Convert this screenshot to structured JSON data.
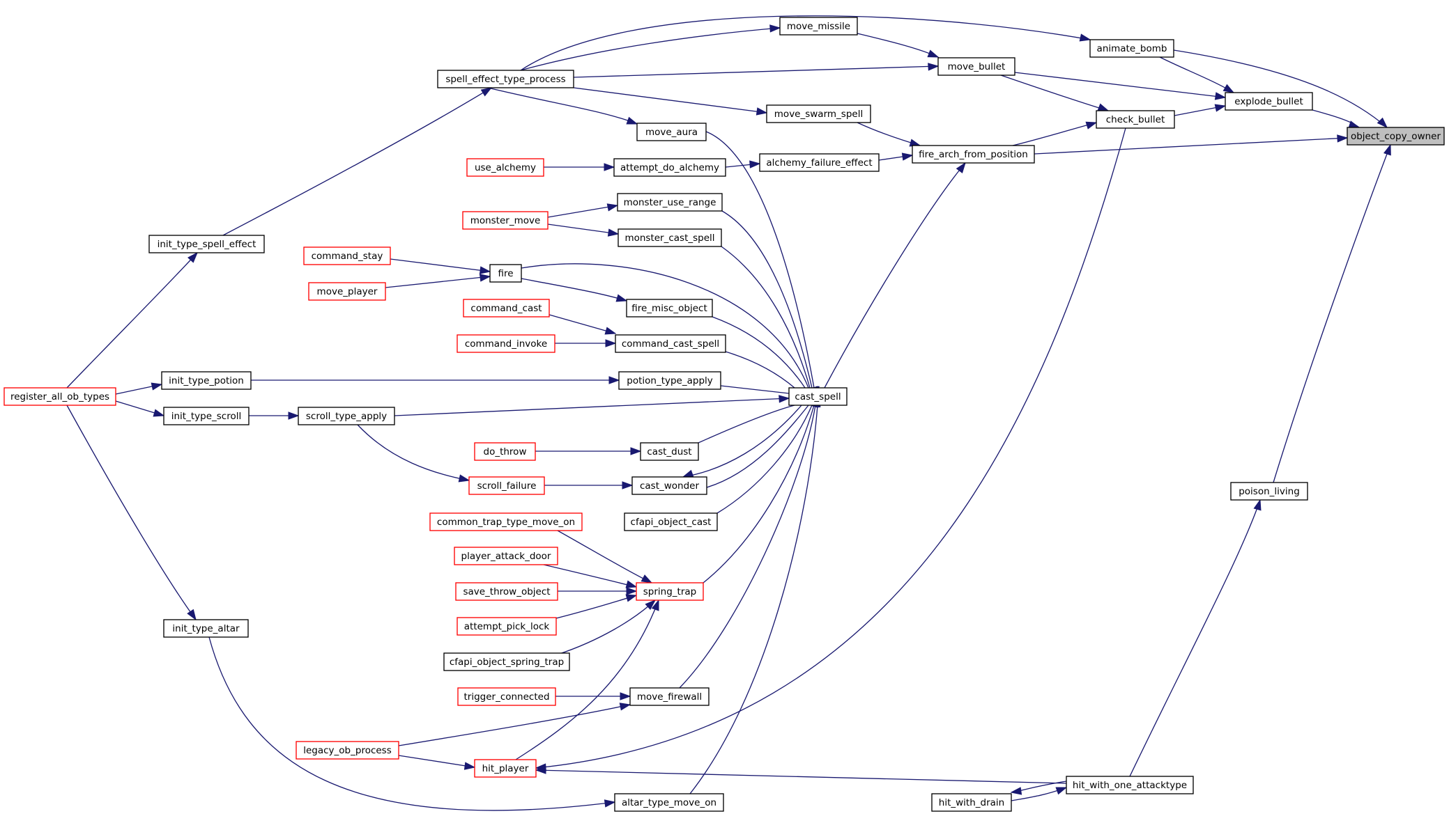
{
  "colors": {
    "edge": "#191970",
    "node_border_normal": "#000000",
    "node_border_truncated": "#ff0000",
    "node_fill": "#ffffff",
    "node_fill_root": "#bfbfbf"
  },
  "nodes": [
    {
      "id": "object_copy_owner",
      "label": "object_copy_owner",
      "style": "root"
    },
    {
      "id": "animate_bomb",
      "label": "animate_bomb",
      "style": "normal"
    },
    {
      "id": "explode_bullet",
      "label": "explode_bullet",
      "style": "normal"
    },
    {
      "id": "check_bullet",
      "label": "check_bullet",
      "style": "normal"
    },
    {
      "id": "move_bullet",
      "label": "move_bullet",
      "style": "normal"
    },
    {
      "id": "move_missile",
      "label": "move_missile",
      "style": "normal"
    },
    {
      "id": "spell_effect_type_process",
      "label": "spell_effect_type_process",
      "style": "normal"
    },
    {
      "id": "fire_arch_from_position",
      "label": "fire_arch_from_position",
      "style": "normal"
    },
    {
      "id": "move_swarm_spell",
      "label": "move_swarm_spell",
      "style": "normal"
    },
    {
      "id": "alchemy_failure_effect",
      "label": "alchemy_failure_effect",
      "style": "normal"
    },
    {
      "id": "attempt_do_alchemy",
      "label": "attempt_do_alchemy",
      "style": "normal"
    },
    {
      "id": "use_alchemy",
      "label": "use_alchemy",
      "style": "truncated"
    },
    {
      "id": "move_aura",
      "label": "move_aura",
      "style": "normal"
    },
    {
      "id": "init_type_spell_effect",
      "label": "init_type_spell_effect",
      "style": "normal"
    },
    {
      "id": "register_all_ob_types",
      "label": "register_all_ob_types",
      "style": "truncated"
    },
    {
      "id": "monster_use_range",
      "label": "monster_use_range",
      "style": "normal"
    },
    {
      "id": "monster_move",
      "label": "monster_move",
      "style": "truncated"
    },
    {
      "id": "monster_cast_spell",
      "label": "monster_cast_spell",
      "style": "normal"
    },
    {
      "id": "fire",
      "label": "fire",
      "style": "normal"
    },
    {
      "id": "command_stay",
      "label": "command_stay",
      "style": "truncated"
    },
    {
      "id": "move_player",
      "label": "move_player",
      "style": "truncated"
    },
    {
      "id": "fire_misc_object",
      "label": "fire_misc_object",
      "style": "normal"
    },
    {
      "id": "command_cast",
      "label": "command_cast",
      "style": "truncated"
    },
    {
      "id": "command_cast_spell",
      "label": "command_cast_spell",
      "style": "normal"
    },
    {
      "id": "command_invoke",
      "label": "command_invoke",
      "style": "truncated"
    },
    {
      "id": "init_type_potion",
      "label": "init_type_potion",
      "style": "normal"
    },
    {
      "id": "potion_type_apply",
      "label": "potion_type_apply",
      "style": "normal"
    },
    {
      "id": "cast_spell",
      "label": "cast_spell",
      "style": "normal"
    },
    {
      "id": "init_type_scroll",
      "label": "init_type_scroll",
      "style": "normal"
    },
    {
      "id": "scroll_type_apply",
      "label": "scroll_type_apply",
      "style": "normal"
    },
    {
      "id": "do_throw",
      "label": "do_throw",
      "style": "truncated"
    },
    {
      "id": "cast_dust",
      "label": "cast_dust",
      "style": "normal"
    },
    {
      "id": "scroll_failure",
      "label": "scroll_failure",
      "style": "truncated"
    },
    {
      "id": "cast_wonder",
      "label": "cast_wonder",
      "style": "normal"
    },
    {
      "id": "poison_living",
      "label": "poison_living",
      "style": "normal"
    },
    {
      "id": "cfapi_object_cast",
      "label": "cfapi_object_cast",
      "style": "normal"
    },
    {
      "id": "common_trap_type_move_on",
      "label": "common_trap_type_move_on",
      "style": "truncated"
    },
    {
      "id": "player_attack_door",
      "label": "player_attack_door",
      "style": "truncated"
    },
    {
      "id": "save_throw_object",
      "label": "save_throw_object",
      "style": "truncated"
    },
    {
      "id": "spring_trap",
      "label": "spring_trap",
      "style": "truncated"
    },
    {
      "id": "attempt_pick_lock",
      "label": "attempt_pick_lock",
      "style": "truncated"
    },
    {
      "id": "init_type_altar",
      "label": "init_type_altar",
      "style": "normal"
    },
    {
      "id": "cfapi_object_spring_trap",
      "label": "cfapi_object_spring_trap",
      "style": "normal"
    },
    {
      "id": "trigger_connected",
      "label": "trigger_connected",
      "style": "truncated"
    },
    {
      "id": "move_firewall",
      "label": "move_firewall",
      "style": "normal"
    },
    {
      "id": "legacy_ob_process",
      "label": "legacy_ob_process",
      "style": "truncated"
    },
    {
      "id": "hit_player",
      "label": "hit_player",
      "style": "truncated"
    },
    {
      "id": "hit_with_one_attacktype",
      "label": "hit_with_one_attacktype",
      "style": "normal"
    },
    {
      "id": "hit_with_drain",
      "label": "hit_with_drain",
      "style": "normal"
    },
    {
      "id": "altar_type_move_on",
      "label": "altar_type_move_on",
      "style": "normal"
    }
  ]
}
